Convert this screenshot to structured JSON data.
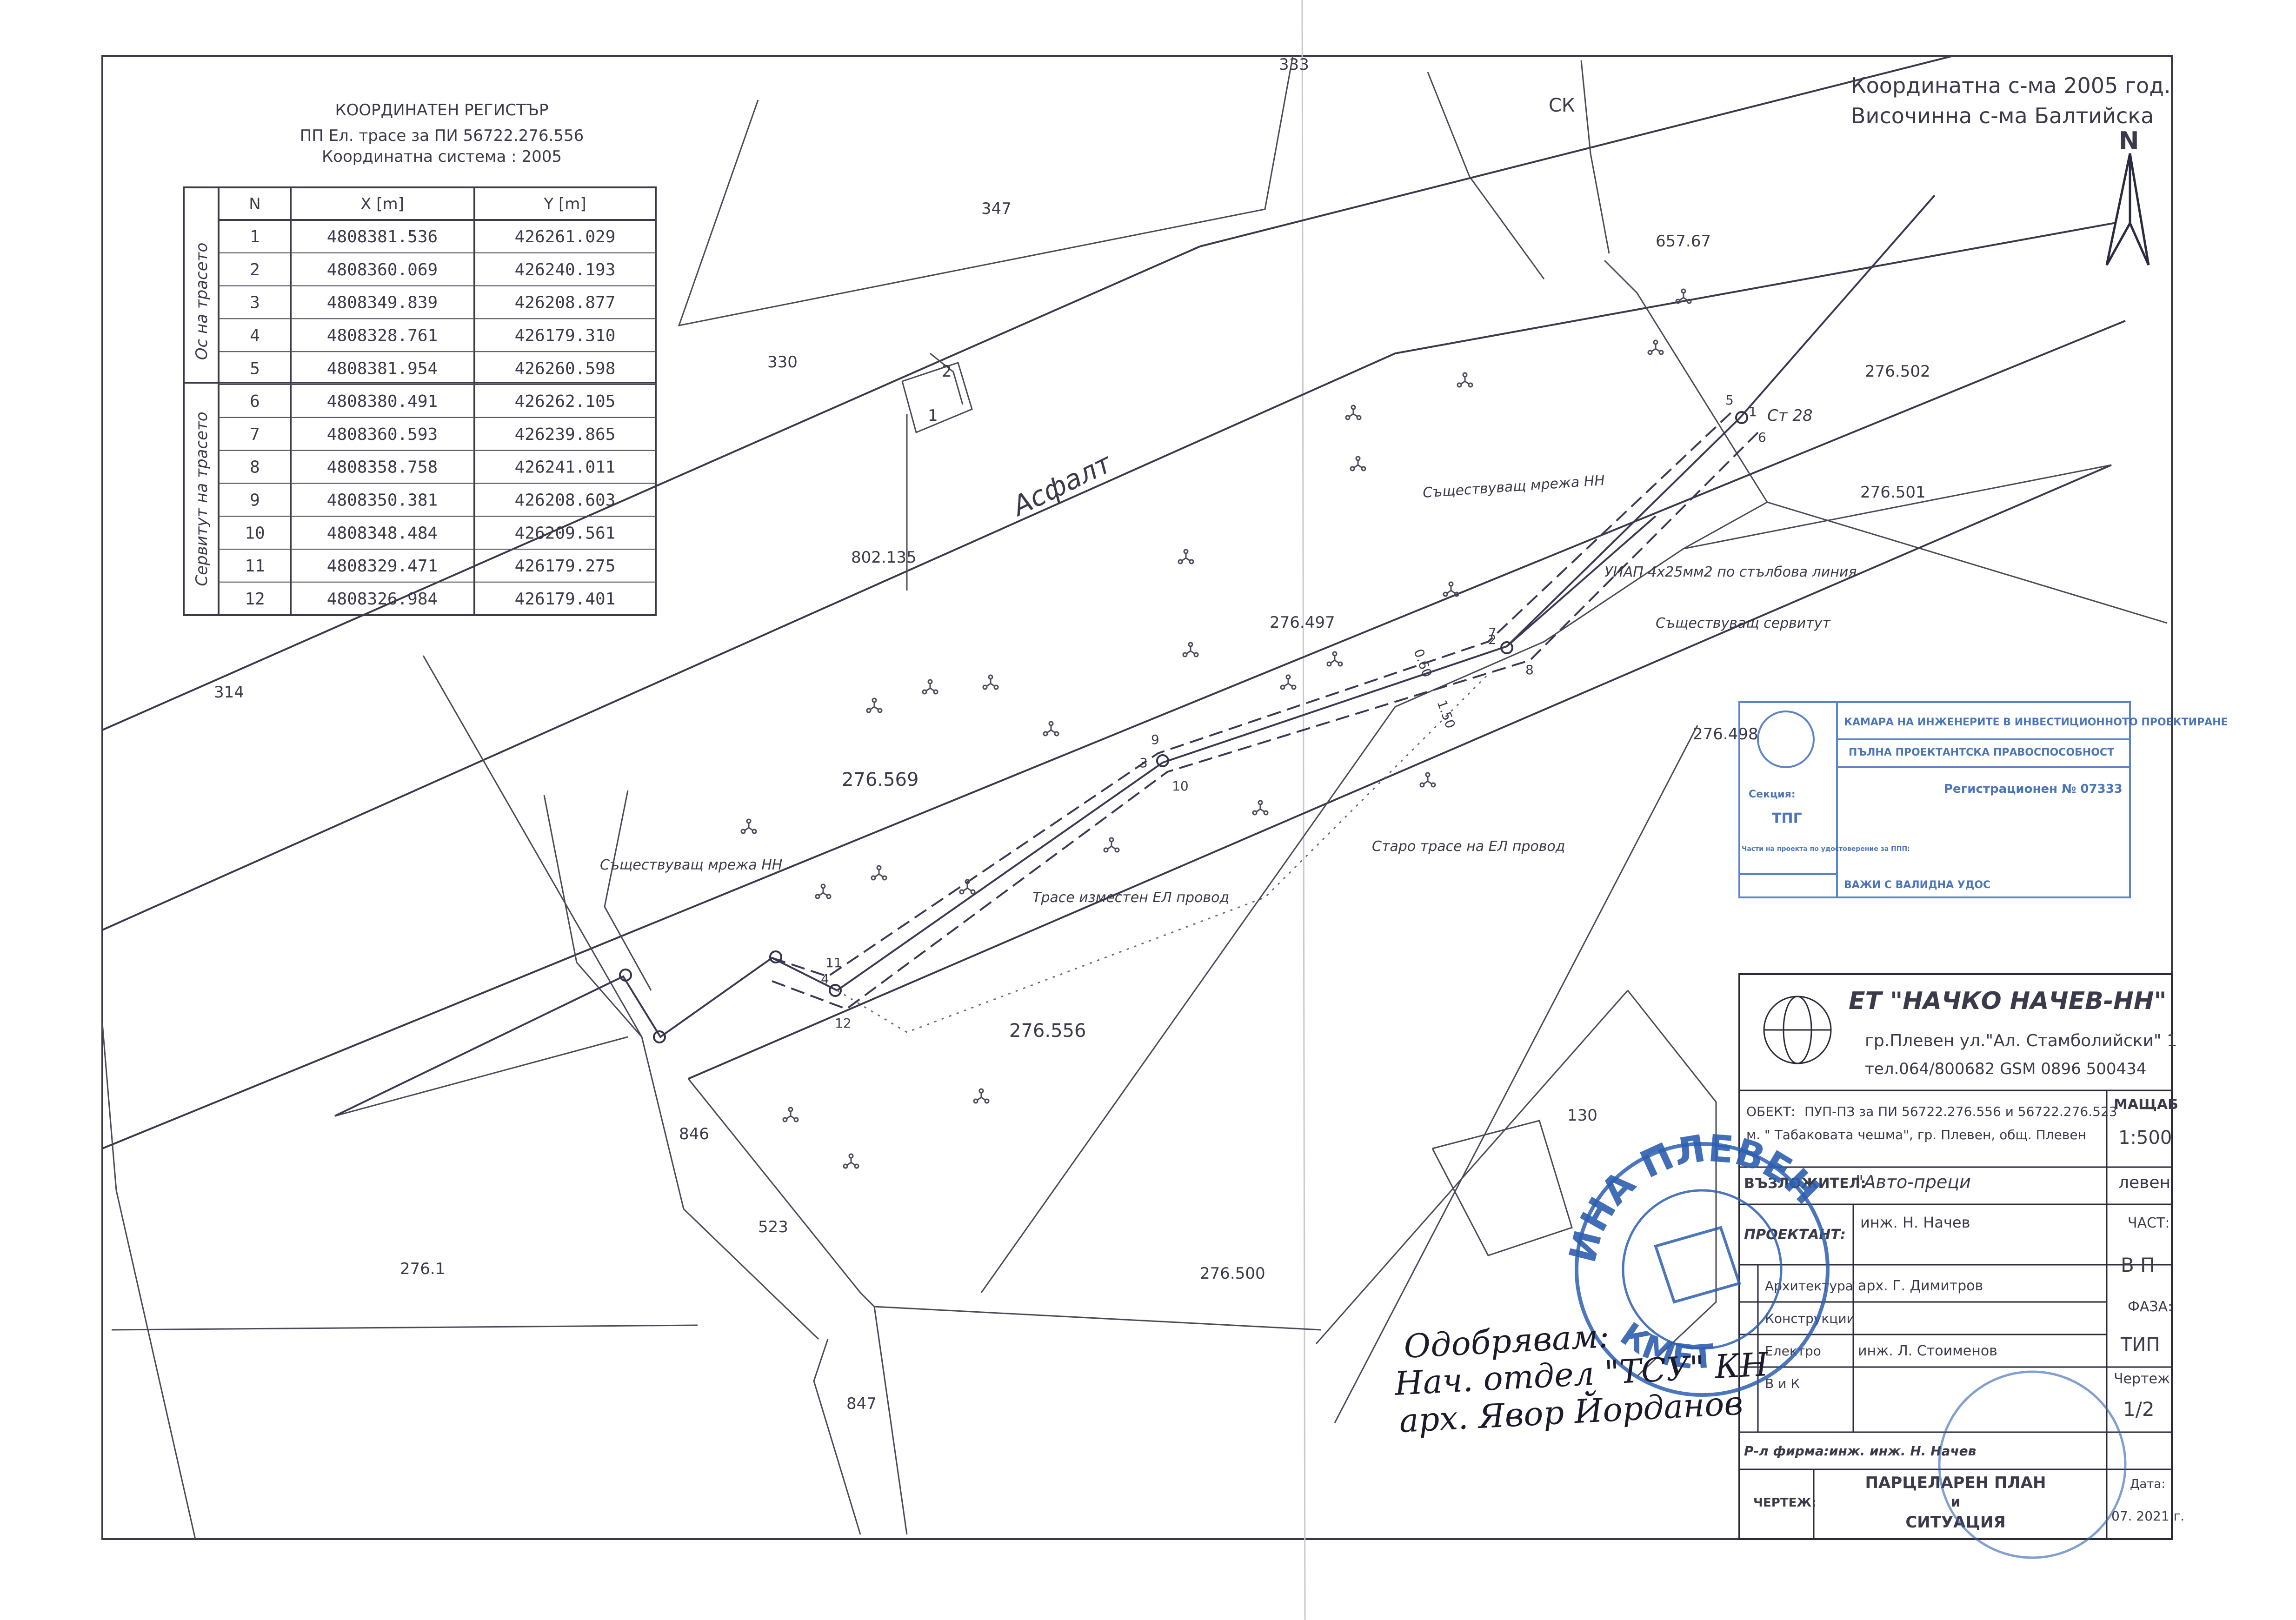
{
  "register": {
    "title": "КООРДИНАТЕН РЕГИСТЪР",
    "subtitle": "ПП Ел. трасе за ПИ 56722.276.556",
    "system": "Координатна система : 2005",
    "headers": [
      "N",
      "X [m]",
      "Y [m]"
    ],
    "group_axis": "Ос на трасето",
    "group_servitude": "Сервитут на трасето",
    "rows": [
      [
        "1",
        "4808381.536",
        "426261.029"
      ],
      [
        "2",
        "4808360.069",
        "426240.193"
      ],
      [
        "3",
        "4808349.839",
        "426208.877"
      ],
      [
        "4",
        "4808328.761",
        "426179.310"
      ],
      [
        "5",
        "4808381.954",
        "426260.598"
      ],
      [
        "6",
        "4808380.491",
        "426262.105"
      ],
      [
        "7",
        "4808360.593",
        "426239.865"
      ],
      [
        "8",
        "4808358.758",
        "426241.011"
      ],
      [
        "9",
        "4808350.381",
        "426208.603"
      ],
      [
        "10",
        "4808348.484",
        "426209.561"
      ],
      [
        "11",
        "4808329.471",
        "426179.275"
      ],
      [
        "12",
        "4808326.984",
        "426179.401"
      ]
    ]
  },
  "coord_note": {
    "line1": "Координатна с-ма 2005 год.",
    "line2": "Височинна с-ма Балтийска",
    "north": "N"
  },
  "parcels": [
    "333",
    "347",
    "330",
    "657.67",
    "276.502",
    "276.501",
    "802.135",
    "276.497",
    "276.498",
    "314",
    "276.569",
    "276.556",
    "846",
    "523",
    "276.1",
    "276.500",
    "130",
    "847",
    "1",
    "2"
  ],
  "map_labels": {
    "asphalt": "Асфалт",
    "ck": "СК",
    "st28": "Ст 28",
    "existing_nn_1": "Съществуващ мрежа НН",
    "cable": "УИАП 4x25мм2 по стълбова линия",
    "existing_servitude": "Съществуващ сервитут",
    "old_route": "Старо трасе на ЕЛ провод",
    "moved_route": "Трасе изместен ЕЛ провод",
    "existing_nn_2": "Съществуващ мрежа НН",
    "dim_a": "0.60",
    "dim_b": "1.50",
    "points": [
      "1",
      "2",
      "3",
      "4",
      "5",
      "6",
      "7",
      "8",
      "9",
      "10",
      "11",
      "12"
    ]
  },
  "chamber_stamp": {
    "top": "КАМАРА НА ИНЖЕНЕРИТЕ В ИНВЕСТИЦИОННОТО ПРОЕКТИРАНЕ",
    "line2": "ПЪЛНА ПРОЕКТАНТСКА ПРАВОСПОСОБНОСТ",
    "reg": "Регистрационен № 07333",
    "section_label": "Секция:",
    "section": "ТПГ",
    "parts": "Части на проекта по удостоверение за ППП:",
    "valid": "ВАЖИ С ВАЛИДНА УДОС"
  },
  "title_block": {
    "company": "ЕТ \"НАЧКО НАЧЕВ-НН\"",
    "address": "гр.Плевен ул.\"Ал. Стамболийски\" 1",
    "phone": "тел.064/800682 GSM 0896 500434",
    "object_label": "ОБЕКТ:",
    "object": "ПУП-ПЗ за ПИ 56722.276.556 и 56722.276.523",
    "object2": "м. \" Табаковата чешма\", гр. Плевен, общ. Плевен",
    "scale_label": "МАЩАБ",
    "scale": "1:500",
    "client_label": "ВЪЗЛОЖИТЕЛ:",
    "client": "\"Авто-преци",
    "client_tail": "левен",
    "designer_label": "ПРОЕКТАНТ:",
    "designer": "инж. Н. Начев",
    "part_label": "ЧАСТ:",
    "part": "В П",
    "arch_label": "Архитектура",
    "arch": "арх. Г. Димитров",
    "constr_label": "Конструкции",
    "electro_label": "Електро",
    "electro": "инж. Л. Стоименов",
    "vik_label": "В и К",
    "phase_label": "ФАЗА:",
    "phase": "ТИП",
    "sheet_label": "Чертеж:",
    "sheet": "1/2",
    "owner": "Р-л фирма:инж. инж. Н. Начев",
    "drawing_label": "ЧЕРТЕЖ:",
    "drawing1": "ПАРЦЕЛАРЕН ПЛАН",
    "drawing2": "и",
    "drawing3": "СИТУАЦИЯ",
    "date_label": "Дата:",
    "date": "07. 2021 г."
  },
  "municipal_stamp": {
    "ring_top": "ИНА ПЛЕВЕН",
    "ring_bottom": "КМЕТ"
  },
  "approval": {
    "line1": "Одобрявам:",
    "line2": "Нач. отдел \"ТСУ\" КН",
    "line3": "арх. Явор Йорданов"
  }
}
